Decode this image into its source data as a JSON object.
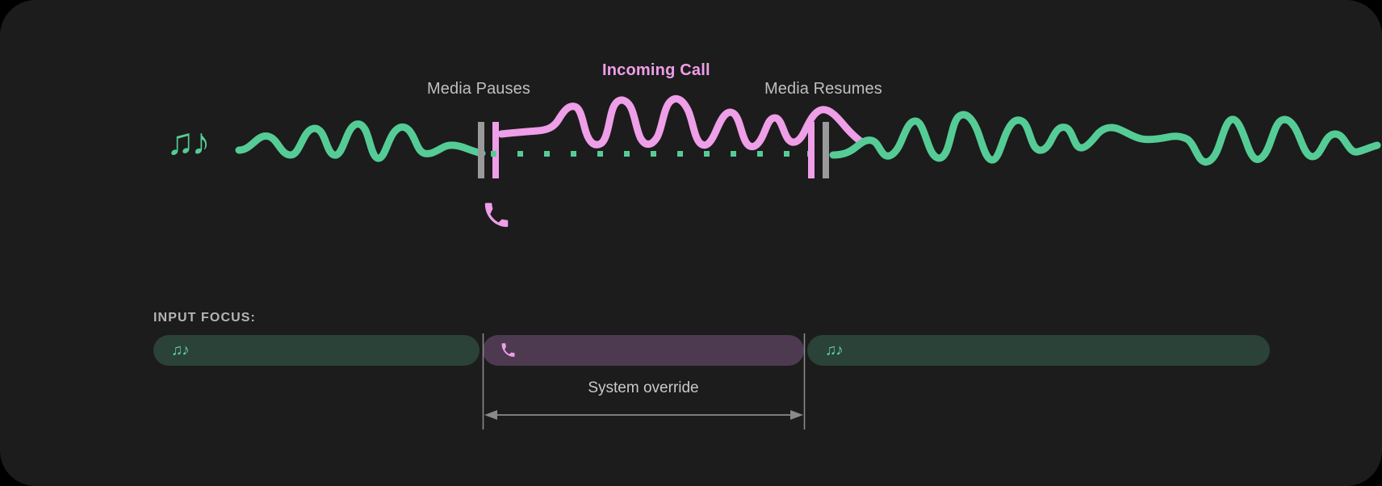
{
  "card": {
    "background": "#1c1c1c",
    "page_background": "#000000"
  },
  "colors": {
    "media_accent": "#55cc95",
    "call_accent": "#ef9ee8",
    "marker_gray": "#9a9a9a",
    "label_gray": "#bfbfbf",
    "media_bar_fill": "#2a4238",
    "call_bar_fill": "#4d3a50"
  },
  "timeline": {
    "media_icon": "music-notes-icon",
    "media_icon_glyph": "♫♪",
    "call_icon": "phone-icon",
    "call_icon_glyph": "📞",
    "labels": {
      "pause": "Media Pauses",
      "resume": "Media Resumes",
      "call": "Incoming Call"
    }
  },
  "focus": {
    "heading": "INPUT FOCUS:",
    "segments": [
      {
        "id": "media-1",
        "icon": "music-notes-icon",
        "glyph": "♫♪",
        "state": "media"
      },
      {
        "id": "call",
        "icon": "phone-icon",
        "glyph": "📞",
        "state": "call"
      },
      {
        "id": "media-2",
        "icon": "music-notes-icon",
        "glyph": "♫♪",
        "state": "media"
      }
    ],
    "override_label": "System override"
  }
}
